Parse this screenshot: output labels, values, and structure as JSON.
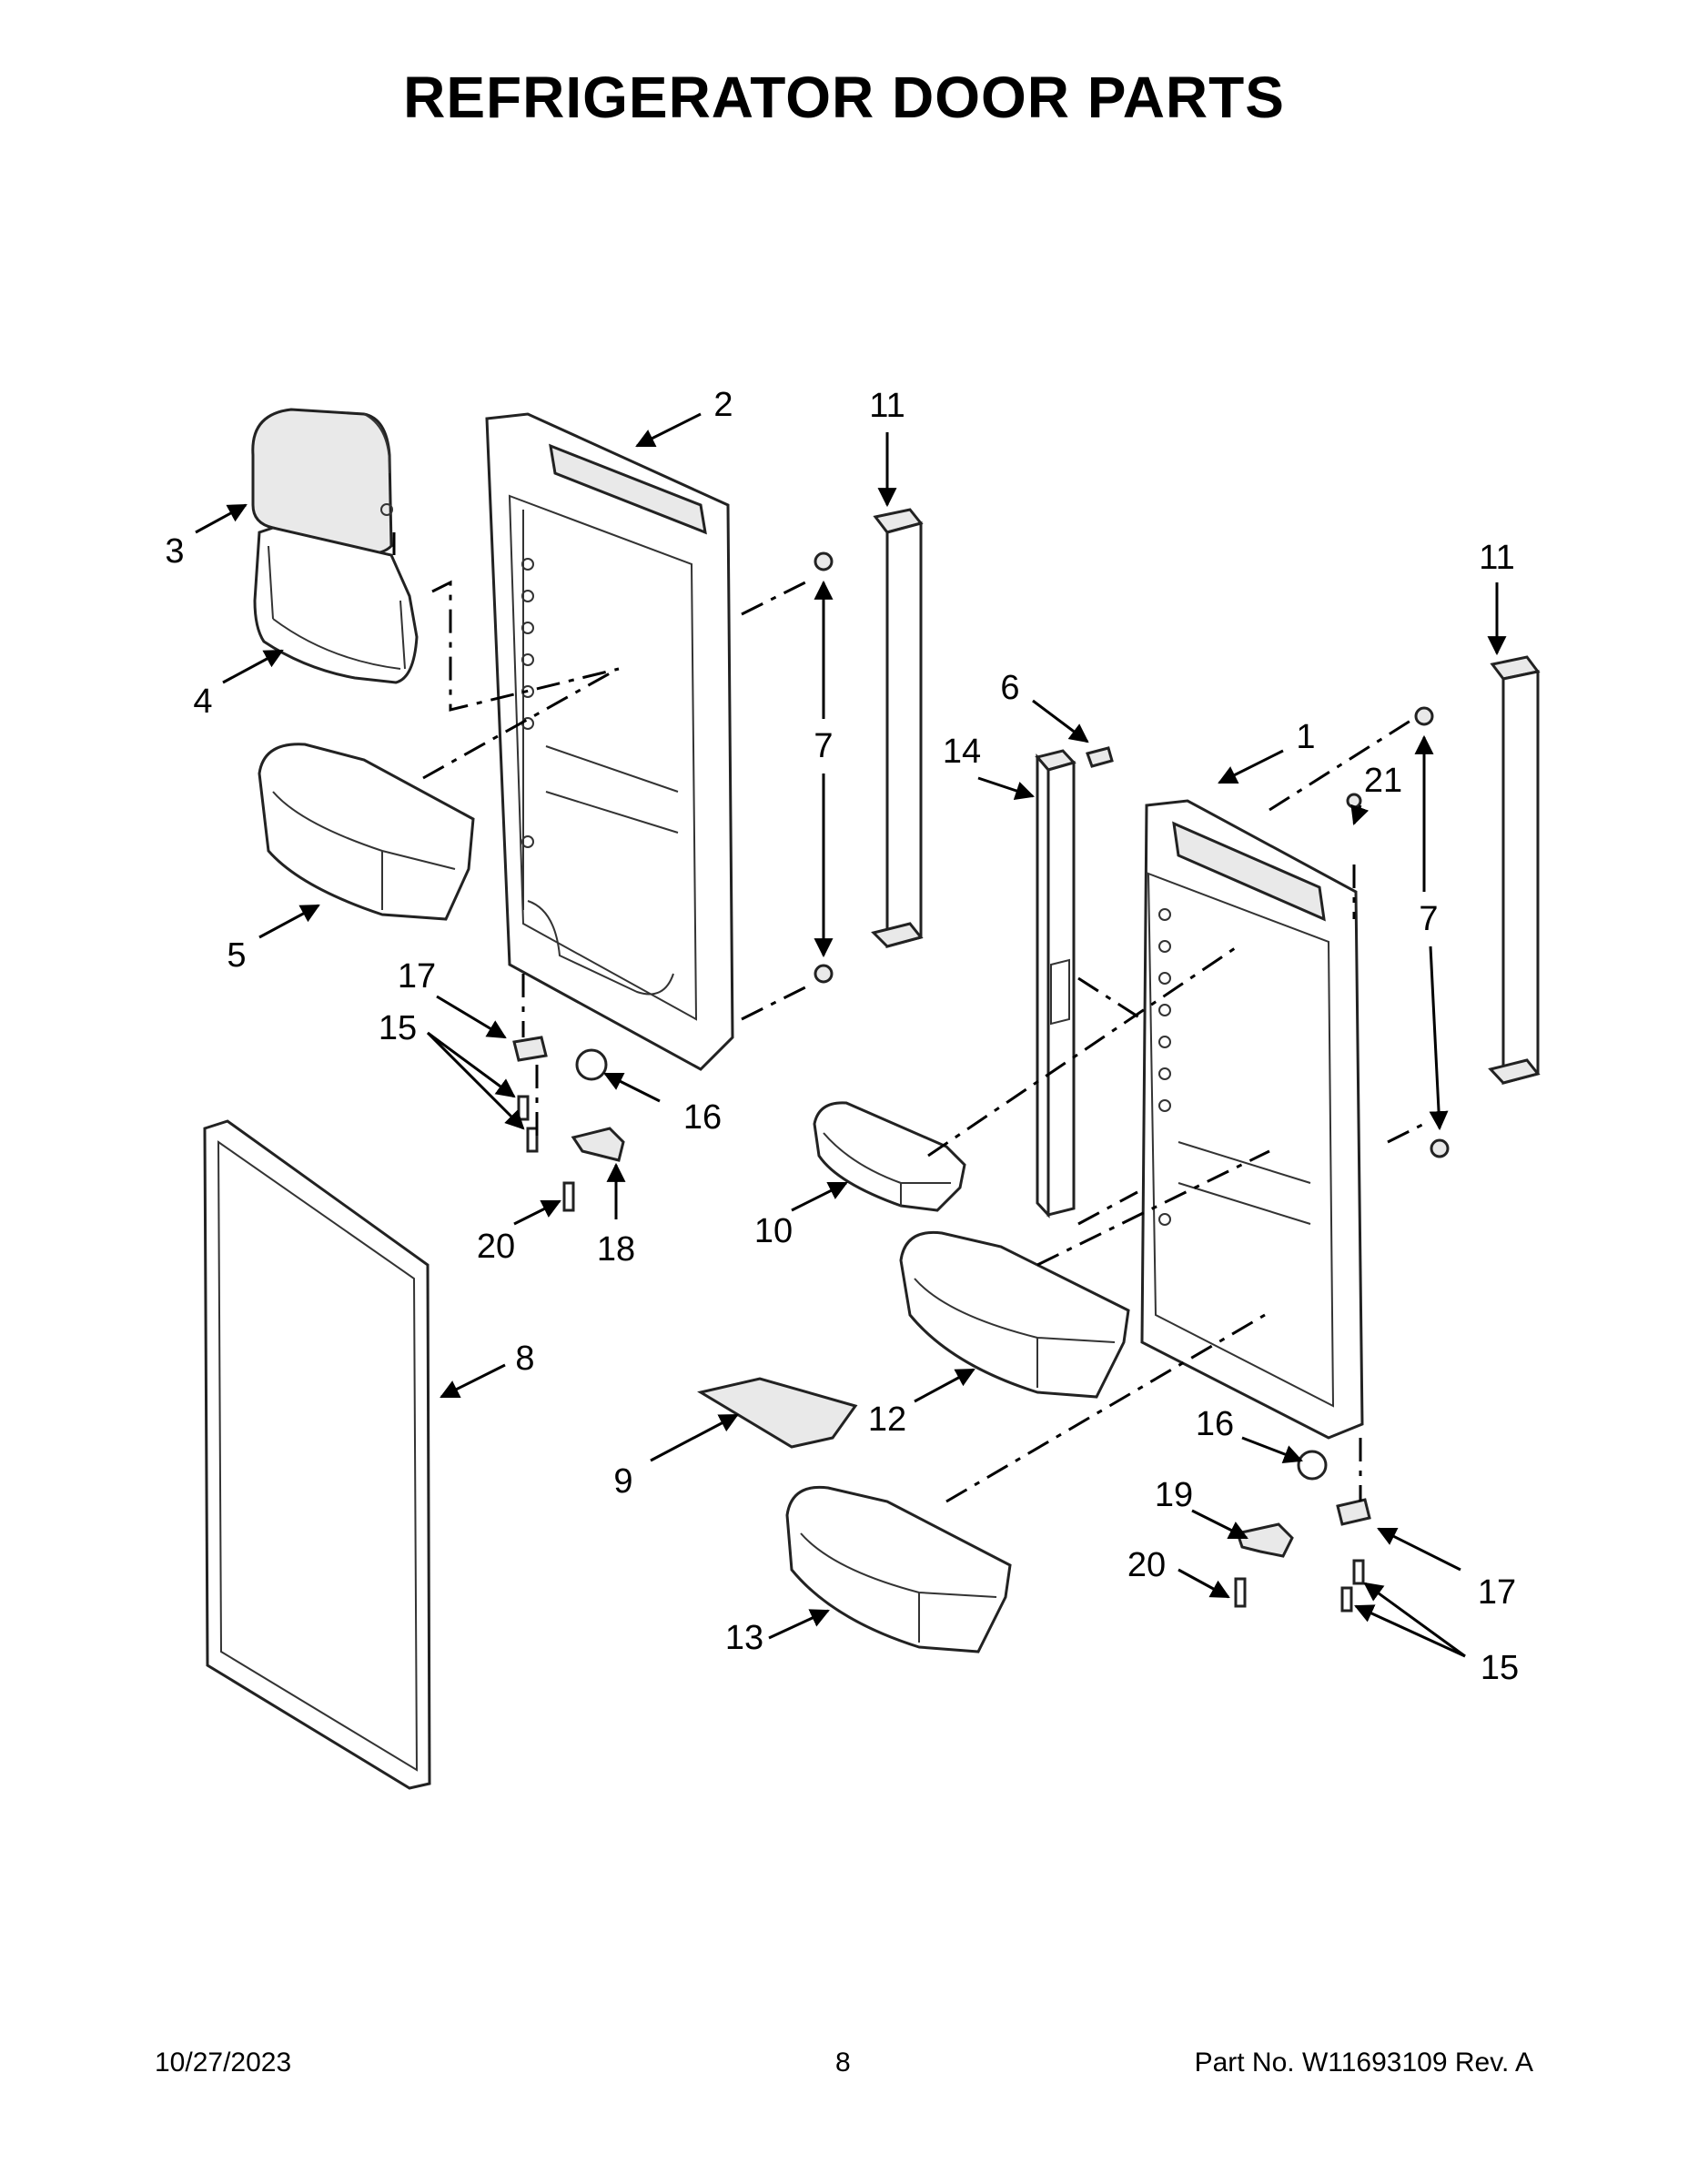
{
  "title": "REFRIGERATOR DOOR PARTS",
  "footer": {
    "date": "10/27/2023",
    "page": "8",
    "part_number": "Part No.  W11693109  Rev.  A"
  },
  "callouts": {
    "c2": "2",
    "c11a": "11",
    "c3": "3",
    "c4": "4",
    "c11b": "11",
    "c6": "6",
    "c7a": "7",
    "c14": "14",
    "c1": "1",
    "c21": "21",
    "c5": "5",
    "c7b": "7",
    "c17a": "17",
    "c15a": "15",
    "c16a": "16",
    "c10": "10",
    "c20a": "20",
    "c18": "18",
    "c8": "8",
    "c12": "12",
    "c9": "9",
    "c16b": "16",
    "c19": "19",
    "c20b": "20",
    "c17b": "17",
    "c13": "13",
    "c15b": "15"
  }
}
